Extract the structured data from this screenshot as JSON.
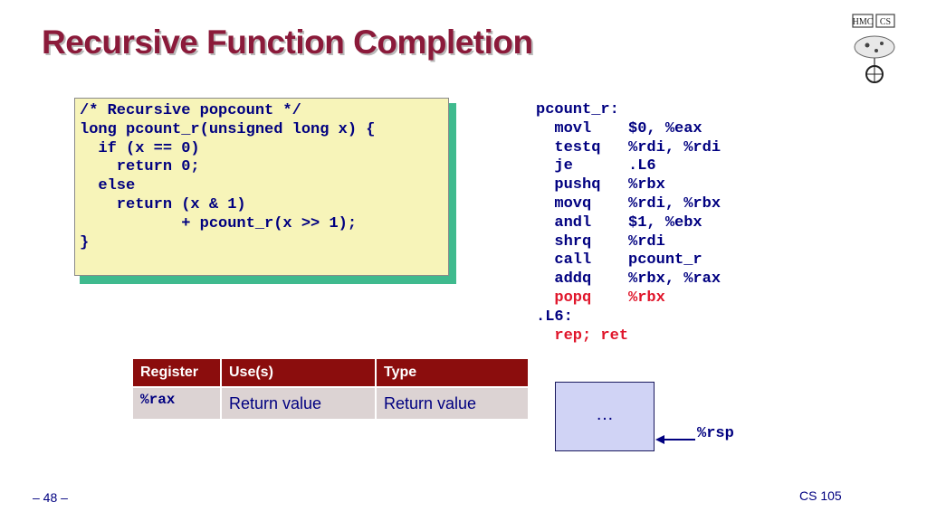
{
  "title": "Recursive Function Completion",
  "logo": {
    "icon": "hmc-cs-logo-icon",
    "text": "HMC CS"
  },
  "c_code": [
    "/* Recursive popcount */",
    "long pcount_r(unsigned long x) {",
    "  if (x == 0)",
    "    return 0;",
    "  else",
    "    return (x & 1)",
    "           + pcount_r(x >> 1);",
    "}"
  ],
  "assembly": [
    {
      "text": "pcount_r:",
      "highlight": false
    },
    {
      "text": "  movl    $0, %eax",
      "highlight": false
    },
    {
      "text": "  testq   %rdi, %rdi",
      "highlight": false
    },
    {
      "text": "  je      .L6",
      "highlight": false
    },
    {
      "text": "  pushq   %rbx",
      "highlight": false
    },
    {
      "text": "  movq    %rdi, %rbx",
      "highlight": false
    },
    {
      "text": "  andl    $1, %ebx",
      "highlight": false
    },
    {
      "text": "  shrq    %rdi",
      "highlight": false
    },
    {
      "text": "  call    pcount_r",
      "highlight": false
    },
    {
      "text": "  addq    %rbx, %rax",
      "highlight": false
    },
    {
      "text": "  popq    %rbx",
      "highlight": true
    },
    {
      "text": ".L6:",
      "highlight": false
    },
    {
      "text": "  rep; ret",
      "highlight": true
    }
  ],
  "register_table": {
    "headers": [
      "Register",
      "Use(s)",
      "Type"
    ],
    "rows": [
      [
        "%rax",
        "Return value",
        "Return value"
      ]
    ]
  },
  "stack": {
    "cell_text": "…",
    "pointer_label": "%rsp"
  },
  "footer": {
    "page_number": "– 48 –",
    "course": "CS 105"
  },
  "colors": {
    "title": "#8b1a3a",
    "code_text": "#000080",
    "highlight": "#e0162b",
    "table_header": "#8b0d0d",
    "code_bg": "#f7f4b9",
    "code_shadow": "#3fba8e",
    "stack_bg": "#d0d3f5"
  }
}
